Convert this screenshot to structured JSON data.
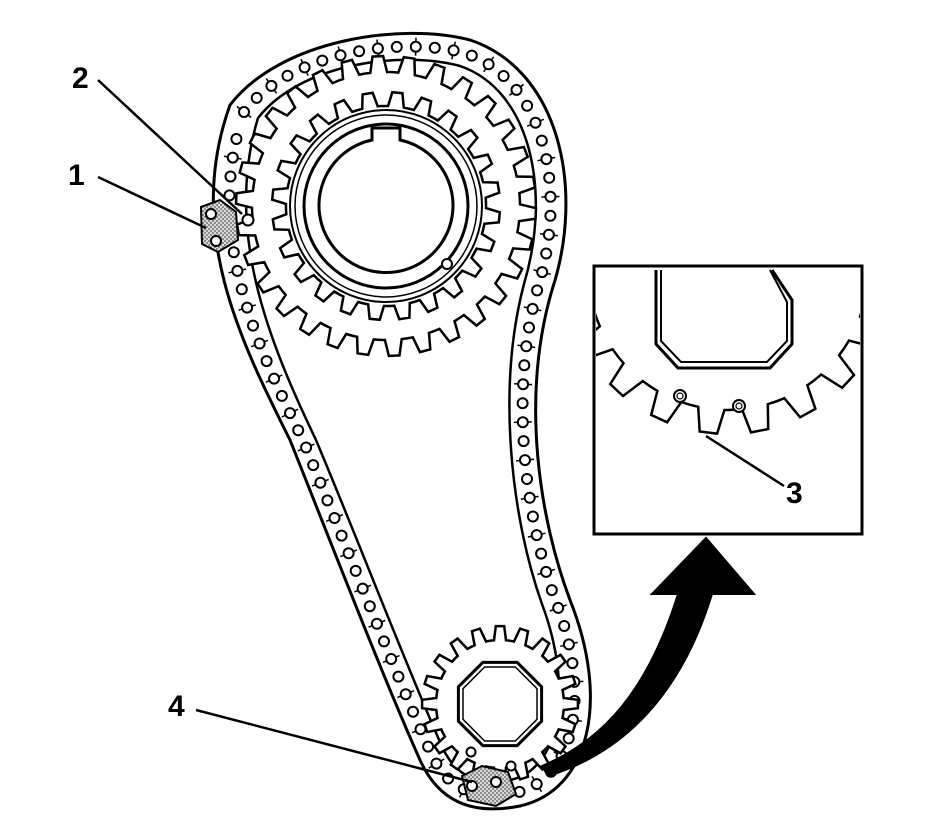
{
  "callouts": [
    {
      "id": "1",
      "text": "1"
    },
    {
      "id": "2",
      "text": "2"
    },
    {
      "id": "3",
      "text": "3"
    },
    {
      "id": "4",
      "text": "4"
    }
  ],
  "colors": {
    "line": "#000000",
    "background": "#ffffff",
    "highlight_link": "#b8b8b8"
  }
}
